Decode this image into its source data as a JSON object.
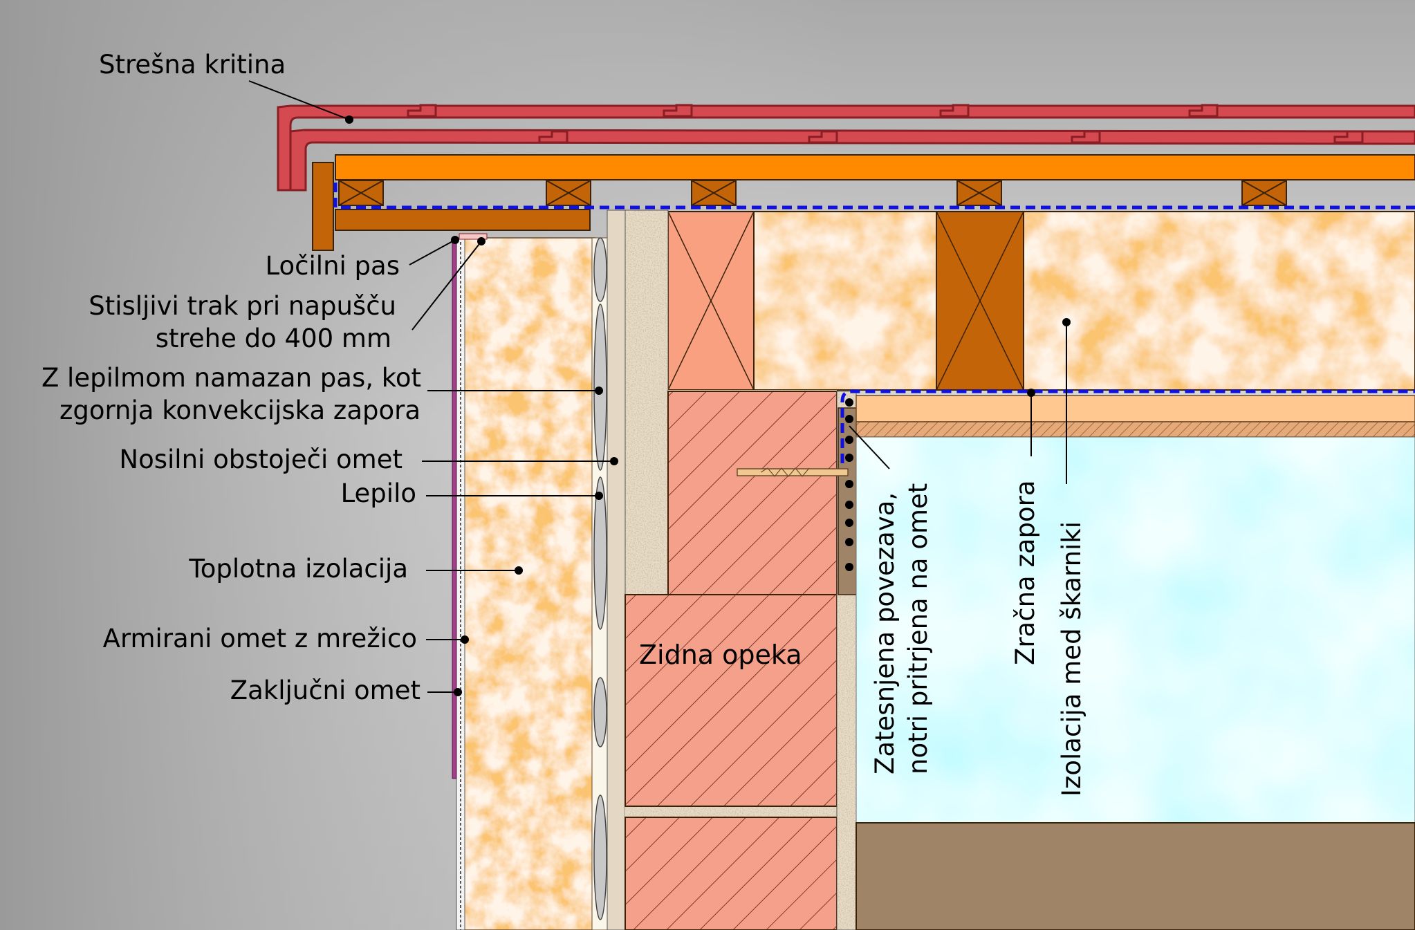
{
  "labels": {
    "roof_tiles": "Strešna kritina",
    "separating_strip": "Ločilni pas",
    "compressible_tape_line1": "Stisljivi trak pri napušču",
    "compressible_tape_line2": "strehe do 400 mm",
    "adhesive_strip_line1": "Z lepilmom namazan pas, kot",
    "adhesive_strip_line2": "zgornja konvekcijska zapora",
    "existing_plaster": "Nosilni obstoječi omet",
    "adhesive": "Lepilo",
    "thermal_insulation": "Toplotna izolacija",
    "reinforced_plaster": "Armirani omet z mrežico",
    "finish_plaster": "Zaključni omet",
    "brick": "Zidna opeka",
    "sealed_joint_line1": "Zatesnjena povezava,",
    "sealed_joint_line2": "notri pritrjena na omet",
    "air_barrier": "Zračna zapora",
    "rafter_insulation": "Izolacija med škarniki"
  },
  "colors": {
    "background_light": "#e6e6e6",
    "background_dark": "#8c8c8c",
    "roof_tile": "#d44a50",
    "roof_tile_edge": "#8a1e24",
    "timber_orange": "#ff8a00",
    "timber_dark": "#c46408",
    "insulation_orange": "#f58a2a",
    "insulation_light": "#fff1e2",
    "brick": "#f4a08a",
    "plaster": "#dcc8aa",
    "air_barrier": "#1010e0",
    "interior_cyan": "#b6fbff",
    "floor": "#a08468",
    "leader": "#000000"
  }
}
